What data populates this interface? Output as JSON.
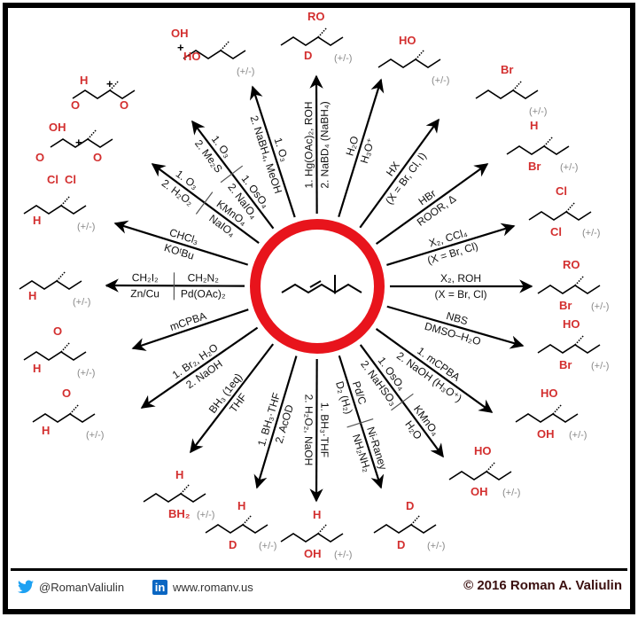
{
  "colors": {
    "accent": "#e8141c",
    "atom": "#d32f2f",
    "racemic": "#888888",
    "twitter": "#1da1f2",
    "linkedin": "#0a66c2"
  },
  "reactions": [
    {
      "groups": [
        [
          "1. Hg(OAc)₂, ROH",
          "2. NaBD₄ (NaBH₄)"
        ]
      ],
      "product": {
        "labels": [
          "RO",
          "D"
        ],
        "racemic": "(+/-)"
      }
    },
    {
      "groups": [
        [
          "1. O₃",
          "2. NaBH₄, MeOH"
        ]
      ],
      "product": {
        "labels": [
          "OH",
          "+",
          "HO"
        ],
        "racemic": "(+/-)"
      }
    },
    {
      "groups": [
        [
          "1. OsO₄",
          "2. NaIO₄"
        ],
        [
          "1. O₃",
          "2. Me₂S"
        ]
      ],
      "product": {
        "labels": [
          "H",
          "O",
          "+",
          "O"
        ],
        "racemic": ""
      }
    },
    {
      "groups": [
        [
          "KMnO₄",
          "NaIO₄"
        ],
        [
          "1. O₃",
          "2. H₂O₂"
        ]
      ],
      "product": {
        "labels": [
          "OH",
          "O",
          "+",
          "O"
        ],
        "racemic": ""
      }
    },
    {
      "groups": [
        [
          "CHCl₃",
          "KOᵗBu"
        ]
      ],
      "product": {
        "labels": [
          "Cl",
          "Cl",
          "H"
        ],
        "racemic": "(+/-)"
      }
    },
    {
      "groups": [
        [
          "CH₂N₂",
          "Pd(OAc)₂"
        ],
        [
          "CH₂I₂",
          "Zn/Cu"
        ]
      ],
      "product": {
        "labels": [
          "H"
        ],
        "racemic": "(+/-)"
      }
    },
    {
      "groups": [
        [
          "mCPBA",
          ""
        ]
      ],
      "product": {
        "labels": [
          "O",
          "H"
        ],
        "racemic": "(+/-)"
      }
    },
    {
      "groups": [
        [
          "1. Br₂, H₂O",
          "2. NaOH"
        ]
      ],
      "product": {
        "labels": [
          "O",
          "H"
        ],
        "racemic": "(+/-)"
      }
    },
    {
      "groups": [
        [
          "BH₃ (1eq)",
          "THF"
        ]
      ],
      "product": {
        "labels": [
          "H",
          "BH₂"
        ],
        "racemic": "(+/-)"
      }
    },
    {
      "groups": [
        [
          "1. BH₃·THF",
          "2. AcOD"
        ]
      ],
      "product": {
        "labels": [
          "H",
          "D"
        ],
        "racemic": "(+/-)"
      }
    },
    {
      "groups": [
        [
          "1. BH₃·THF",
          "2. H₂O₂, NaOH"
        ]
      ],
      "product": {
        "labels": [
          "H",
          "OH"
        ],
        "racemic": "(+/-)"
      }
    },
    {
      "groups": [
        [
          "Pd/C",
          "D₂ (H₂)"
        ],
        [
          "Ni-Raney",
          "NH₂NH₂"
        ]
      ],
      "product": {
        "labels": [
          "D",
          "D"
        ],
        "racemic": "(+/-)"
      }
    },
    {
      "groups": [
        [
          "1. OsO₄",
          "2. NaHSO₃"
        ],
        [
          "KMnO₄",
          "H₂O"
        ]
      ],
      "product": {
        "labels": [
          "HO",
          "OH"
        ],
        "racemic": "(+/-)"
      }
    },
    {
      "groups": [
        [
          "1. mCPBA",
          "2. NaOH (H₃O⁺)"
        ]
      ],
      "product": {
        "labels": [
          "HO",
          "OH"
        ],
        "racemic": "(+/-)"
      }
    },
    {
      "groups": [
        [
          "NBS",
          "DMSO–H₂O"
        ]
      ],
      "product": {
        "labels": [
          "HO",
          "Br"
        ],
        "racemic": "(+/-)"
      }
    },
    {
      "groups": [
        [
          "X₂, ROH",
          "(X = Br, Cl)"
        ]
      ],
      "product": {
        "labels": [
          "RO",
          "Br"
        ],
        "racemic": "(+/-)"
      }
    },
    {
      "groups": [
        [
          "X₂, CCl₄",
          "(X = Br, Cl)"
        ]
      ],
      "product": {
        "labels": [
          "Cl",
          "Cl"
        ],
        "racemic": "(+/-)"
      }
    },
    {
      "groups": [
        [
          "HBr",
          "ROOR, Δ"
        ]
      ],
      "product": {
        "labels": [
          "H",
          "Br"
        ],
        "racemic": "(+/-)"
      }
    },
    {
      "groups": [
        [
          "HX",
          "(X = Br, Cl, I)"
        ]
      ],
      "product": {
        "labels": [
          "Br"
        ],
        "racemic": "(+/-)"
      }
    },
    {
      "groups": [
        [
          "H₂O",
          "H₃O⁺"
        ]
      ],
      "product": {
        "labels": [
          "HO"
        ],
        "racemic": "(+/-)"
      }
    }
  ],
  "footer": {
    "twitter": "@RomanValiulin",
    "website": "www.romanv.us",
    "copyright": "© 2016 Roman A. Valiulin"
  }
}
